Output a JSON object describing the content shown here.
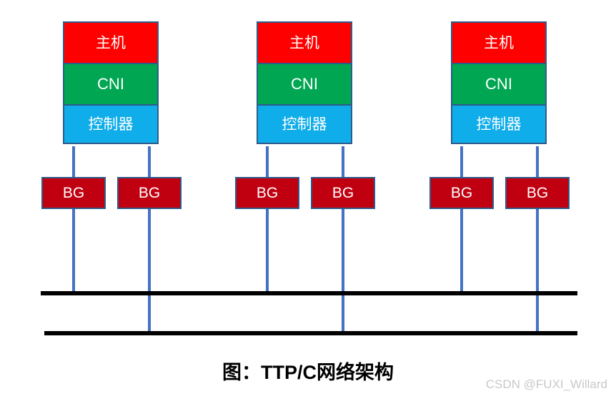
{
  "diagram": {
    "caption": "图：TTP/C网络架构",
    "watermark": "CSDN @FUXI_Willard",
    "colors": {
      "host": "#FF0000",
      "cni": "#00A651",
      "controller": "#0FADEA",
      "bg_box": "#C00011",
      "connector": "#4472C4",
      "box_border": "#2E5C8A",
      "bus": "#000000",
      "watermark": "#c9c9c9",
      "background": "#FFFFFF"
    },
    "layer_labels": {
      "host": "主机",
      "cni": "CNI",
      "controller": "控制器"
    },
    "bg_label": "BG",
    "nodes": [
      {
        "id": "node-1",
        "layers": [
          {
            "name": "host",
            "label": "主机"
          },
          {
            "name": "cni",
            "label": "CNI"
          },
          {
            "name": "controller",
            "label": "控制器"
          }
        ],
        "gateways": [
          {
            "id": "node-1-bg-left",
            "label": "BG",
            "bus": "upper"
          },
          {
            "id": "node-1-bg-right",
            "label": "BG",
            "bus": "lower"
          }
        ]
      },
      {
        "id": "node-2",
        "layers": [
          {
            "name": "host",
            "label": "主机"
          },
          {
            "name": "cni",
            "label": "CNI"
          },
          {
            "name": "controller",
            "label": "控制器"
          }
        ],
        "gateways": [
          {
            "id": "node-2-bg-left",
            "label": "BG",
            "bus": "upper"
          },
          {
            "id": "node-2-bg-right",
            "label": "BG",
            "bus": "lower"
          }
        ]
      },
      {
        "id": "node-3",
        "layers": [
          {
            "name": "host",
            "label": "主机"
          },
          {
            "name": "cni",
            "label": "CNI"
          },
          {
            "name": "controller",
            "label": "控制器"
          }
        ],
        "gateways": [
          {
            "id": "node-3-bg-left",
            "label": "BG",
            "bus": "upper"
          },
          {
            "id": "node-3-bg-right",
            "label": "BG",
            "bus": "lower"
          }
        ]
      }
    ],
    "buses": [
      {
        "id": "bus-upper",
        "name": "upper-bus"
      },
      {
        "id": "bus-lower",
        "name": "lower-bus"
      }
    ]
  }
}
